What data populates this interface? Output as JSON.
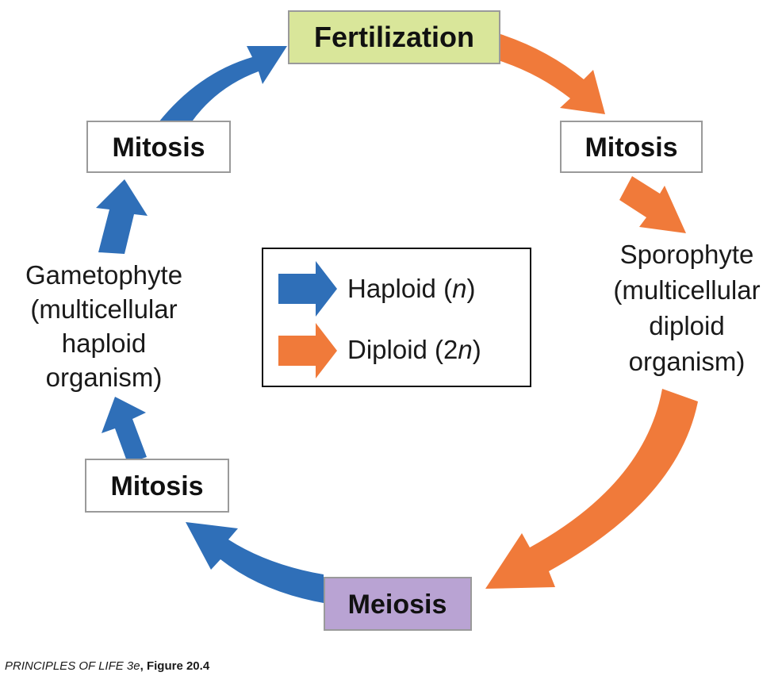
{
  "colors": {
    "haploid": "#2f6fb8",
    "diploid": "#f07a3a",
    "fertilization_fill": "#d9e69a",
    "meiosis_fill": "#b9a3d3",
    "mitosis_fill": "#ffffff",
    "box_border": "#9a9a9a"
  },
  "boxes": {
    "fertilization": "Fertilization",
    "mitosis_top_left": "Mitosis",
    "mitosis_top_right": "Mitosis",
    "mitosis_bottom_left": "Mitosis",
    "meiosis": "Meiosis"
  },
  "labels": {
    "gametophyte": [
      "Gametophyte",
      "(multicellular",
      "haploid",
      "organism)"
    ],
    "sporophyte": [
      "Sporophyte",
      "(multicellular",
      "diploid",
      "organism)"
    ]
  },
  "legend": {
    "haploid": {
      "prefix": "Haploid (",
      "symbol": "n",
      "suffix": ")",
      "color_key": "haploid"
    },
    "diploid": {
      "prefix": "Diploid (2",
      "symbol": "n",
      "suffix": ")",
      "color_key": "diploid"
    }
  },
  "caption": {
    "title": "PRINCIPLES OF LIFE 3e",
    "figure": ", Figure 20.4"
  },
  "arrows": [
    {
      "name": "arrow-mitosis-bottom-to-gametophyte",
      "color_key": "haploid"
    },
    {
      "name": "arrow-gametophyte-to-mitosis-top",
      "color_key": "haploid"
    },
    {
      "name": "arrow-mitosis-top-to-fertilization",
      "color_key": "haploid"
    },
    {
      "name": "arrow-fertilization-to-mitosis",
      "color_key": "diploid"
    },
    {
      "name": "arrow-mitosis-to-sporophyte",
      "color_key": "diploid"
    },
    {
      "name": "arrow-sporophyte-to-meiosis",
      "color_key": "diploid"
    },
    {
      "name": "arrow-meiosis-to-mitosis-bottom",
      "color_key": "haploid"
    }
  ]
}
